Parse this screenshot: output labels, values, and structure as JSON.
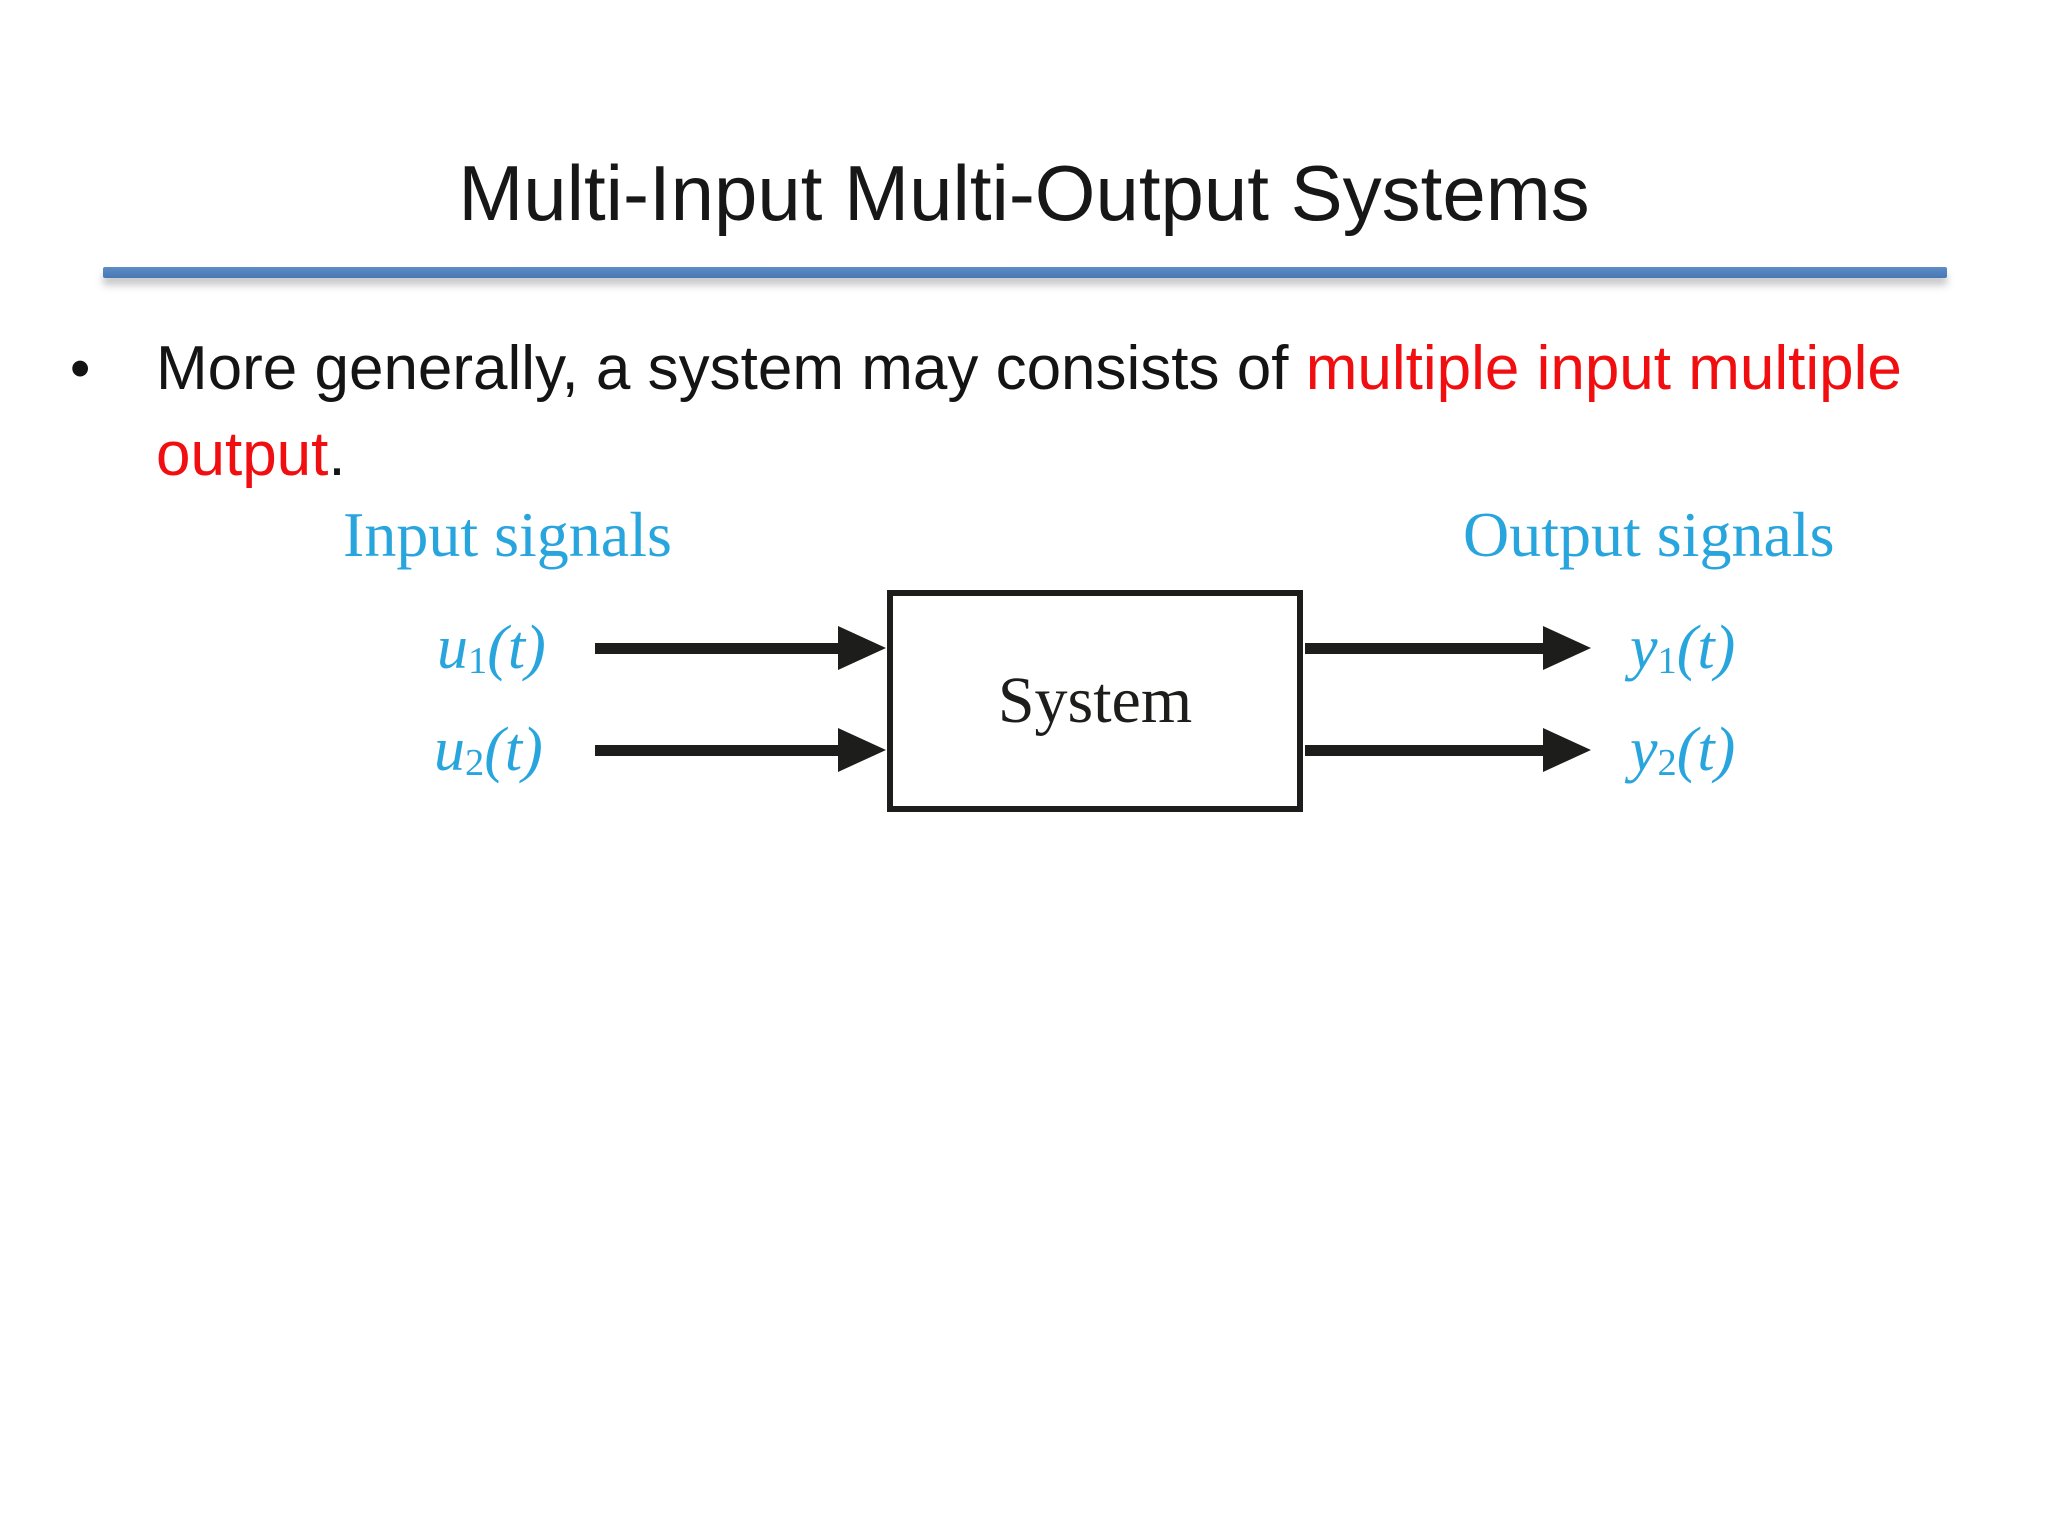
{
  "slide": {
    "title": "Multi-Input Multi-Output Systems",
    "divider_color": "#4A7EBB",
    "bullet": {
      "marker": "•",
      "text_black": "More generally, a system may consists of ",
      "text_red_line1": "multiple input multiple",
      "text_red_line2": "output",
      "period": ".",
      "highlight_color": "#F10E10"
    },
    "diagram": {
      "input_label": "Input signals",
      "output_label": "Output signals",
      "box_label": "System",
      "label_color": "#29A5DE",
      "line_color": "#1D1D1B",
      "inputs": [
        {
          "name": "u1(t)",
          "base": "u",
          "sub": "1",
          "arg": "(t)"
        },
        {
          "name": "u2(t)",
          "base": "u",
          "sub": "2",
          "arg": "(t)"
        }
      ],
      "outputs": [
        {
          "name": "y1(t)",
          "base": "y",
          "sub": "1",
          "arg": "(t)"
        },
        {
          "name": "y2(t)",
          "base": "y",
          "sub": "2",
          "arg": "(t)"
        }
      ]
    }
  }
}
